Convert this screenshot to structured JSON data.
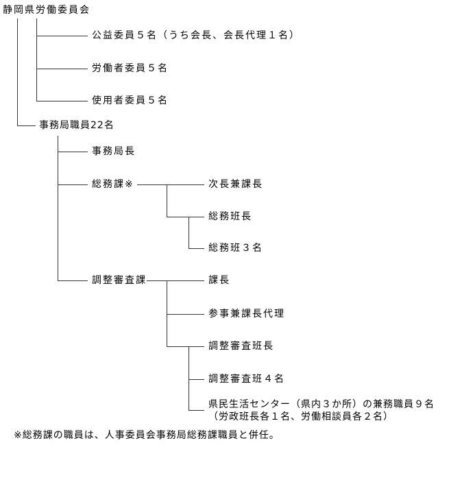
{
  "root": {
    "label": "静岡県労働委員会"
  },
  "committee": {
    "items": [
      {
        "label": "公益委員５名（うち会長、会長代理１名）"
      },
      {
        "label": "労働者委員５名"
      },
      {
        "label": "使用者委員５名"
      }
    ]
  },
  "secretariat": {
    "label": "事務局職員22名",
    "director": {
      "label": "事務局長"
    },
    "general_affairs": {
      "label": "総務課※",
      "items": [
        {
          "label": "次長兼課長"
        },
        {
          "label": "総務班長"
        },
        {
          "label": "総務班３名"
        }
      ]
    },
    "coordination": {
      "label": "調整審査課",
      "items": [
        {
          "label": "課長"
        },
        {
          "label": "参事兼課長代理"
        },
        {
          "label": "調整審査班長"
        },
        {
          "label": "調整審査班４名"
        },
        {
          "label": "県民生活センター（県内３か所）の兼務職員９名",
          "sub": "（労政班長各１名、労働相談員各２名）"
        }
      ]
    }
  },
  "footnote": "※総務課の職員は、人事委員会事務局総務課職員と併任。"
}
